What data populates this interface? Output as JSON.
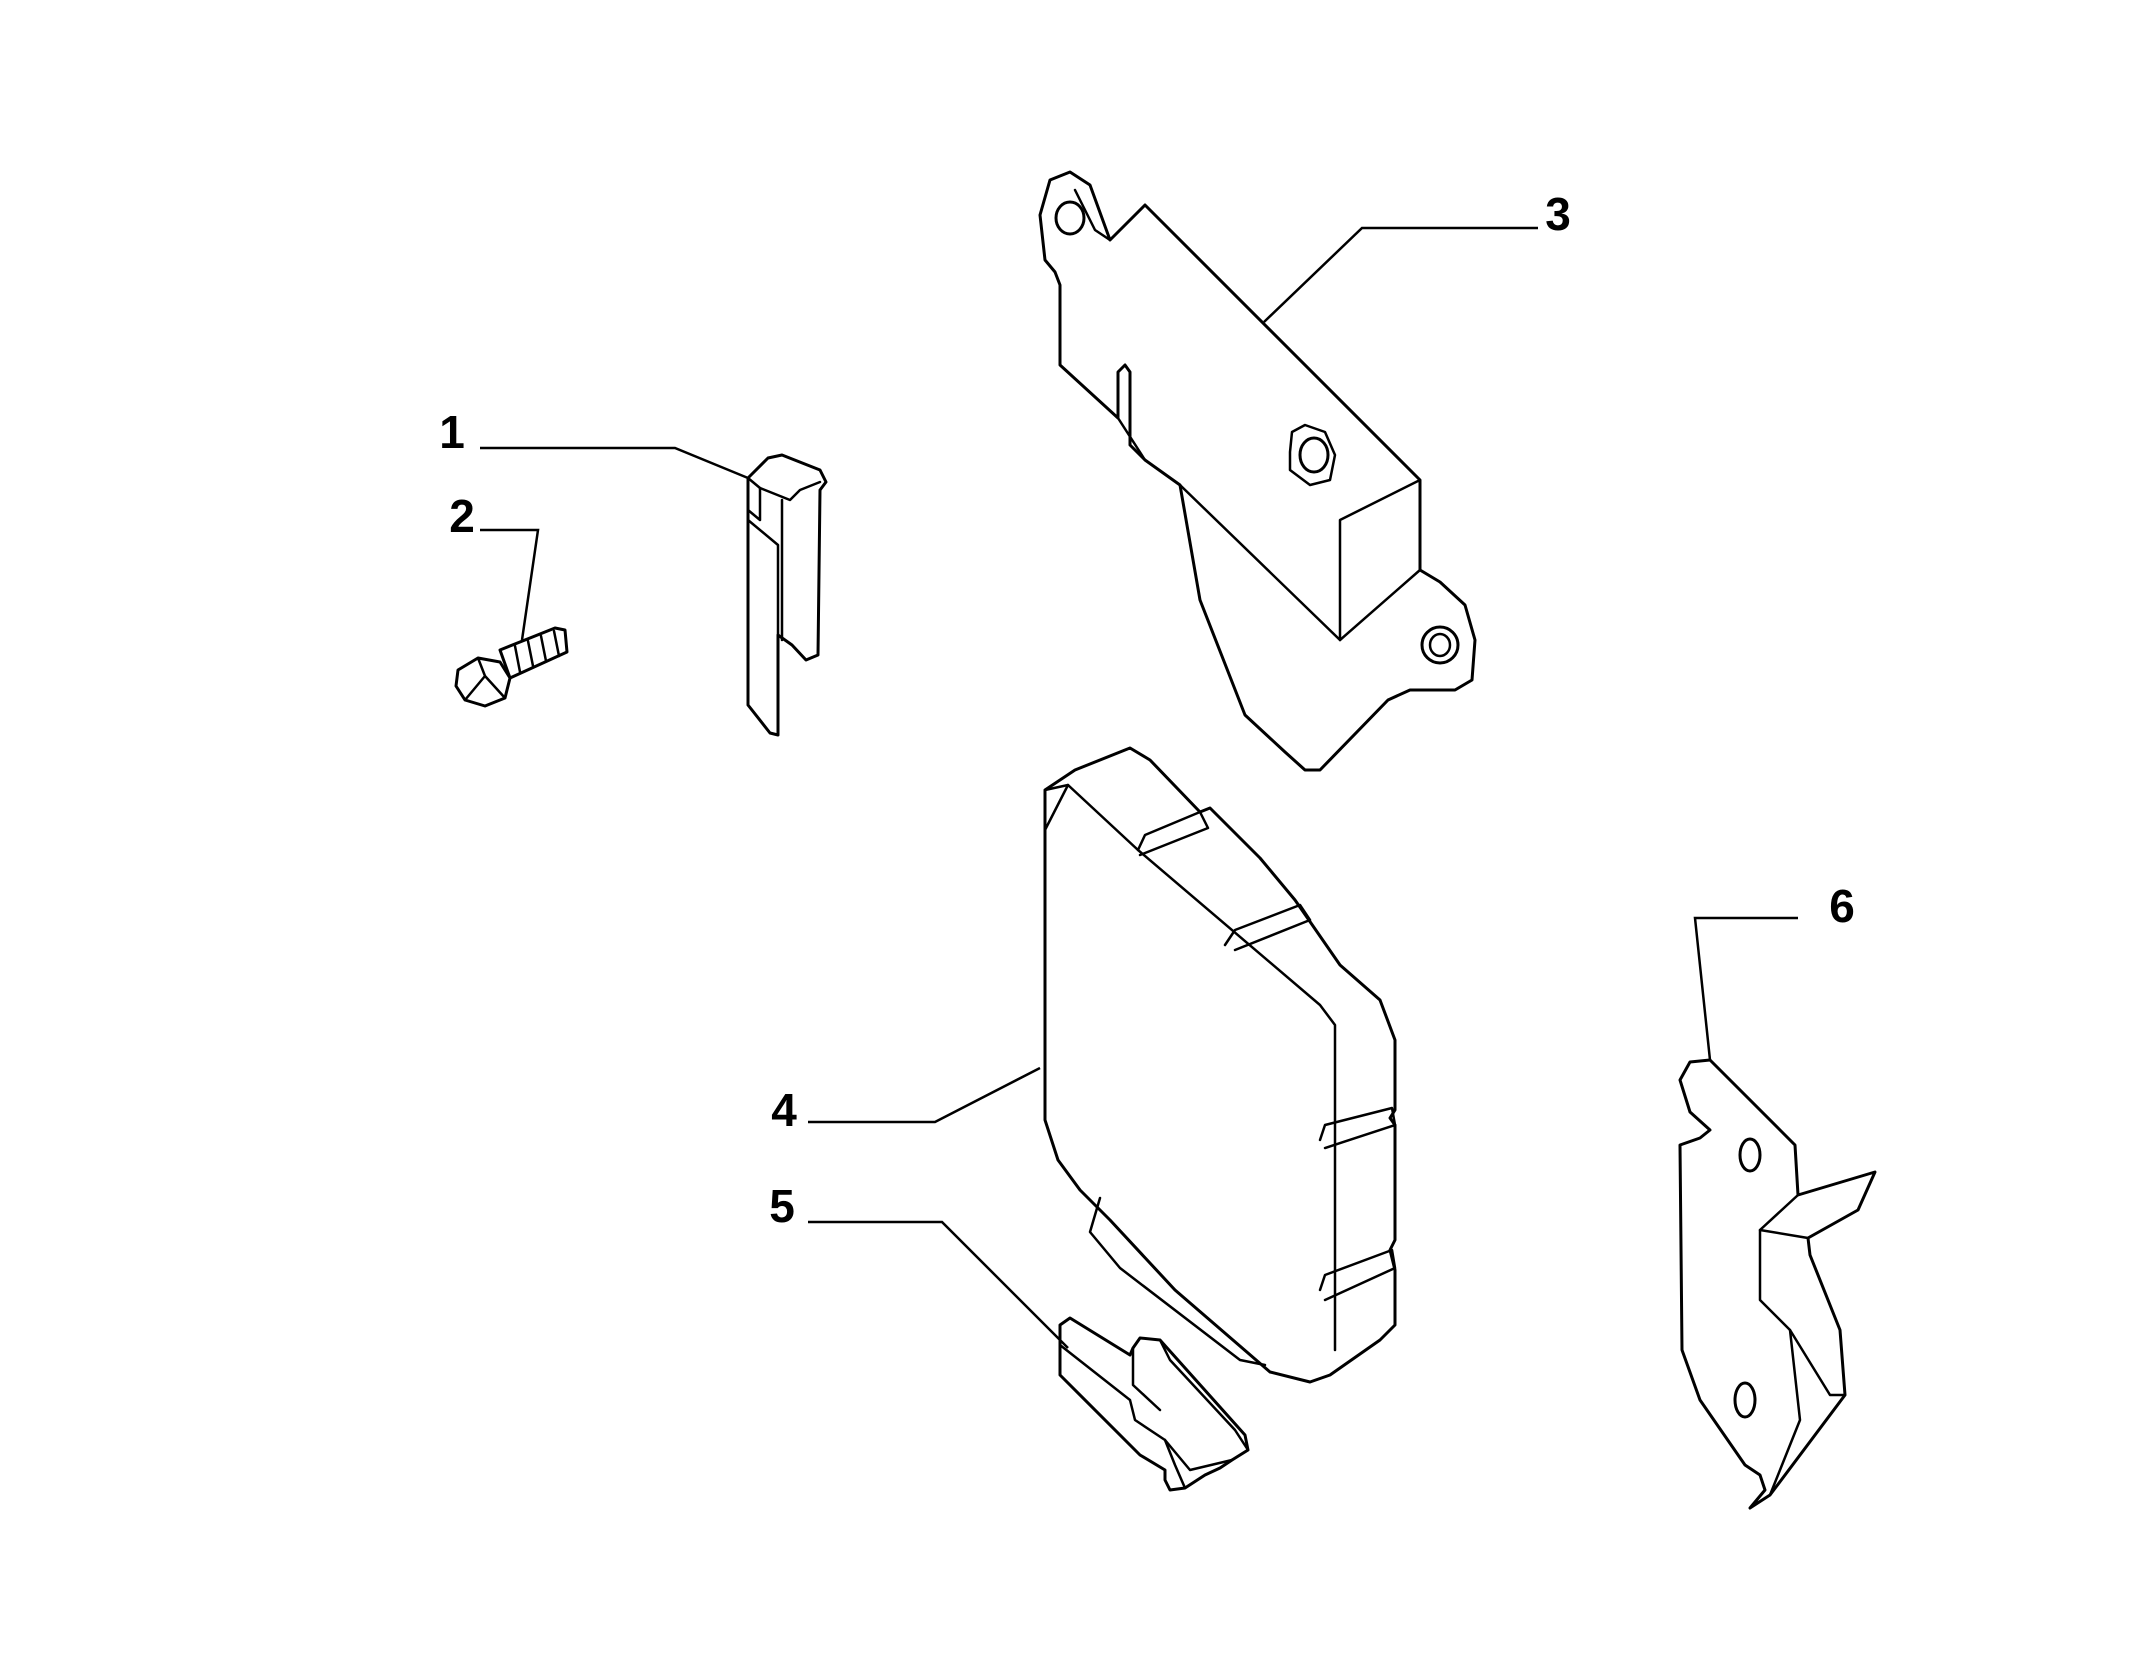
{
  "colors": {
    "line": "#000000",
    "background": "#ffffff"
  },
  "callouts": {
    "part_1": "1",
    "part_2": "2",
    "part_3": "3",
    "part_4": "4",
    "part_5": "5",
    "part_6": "6"
  }
}
